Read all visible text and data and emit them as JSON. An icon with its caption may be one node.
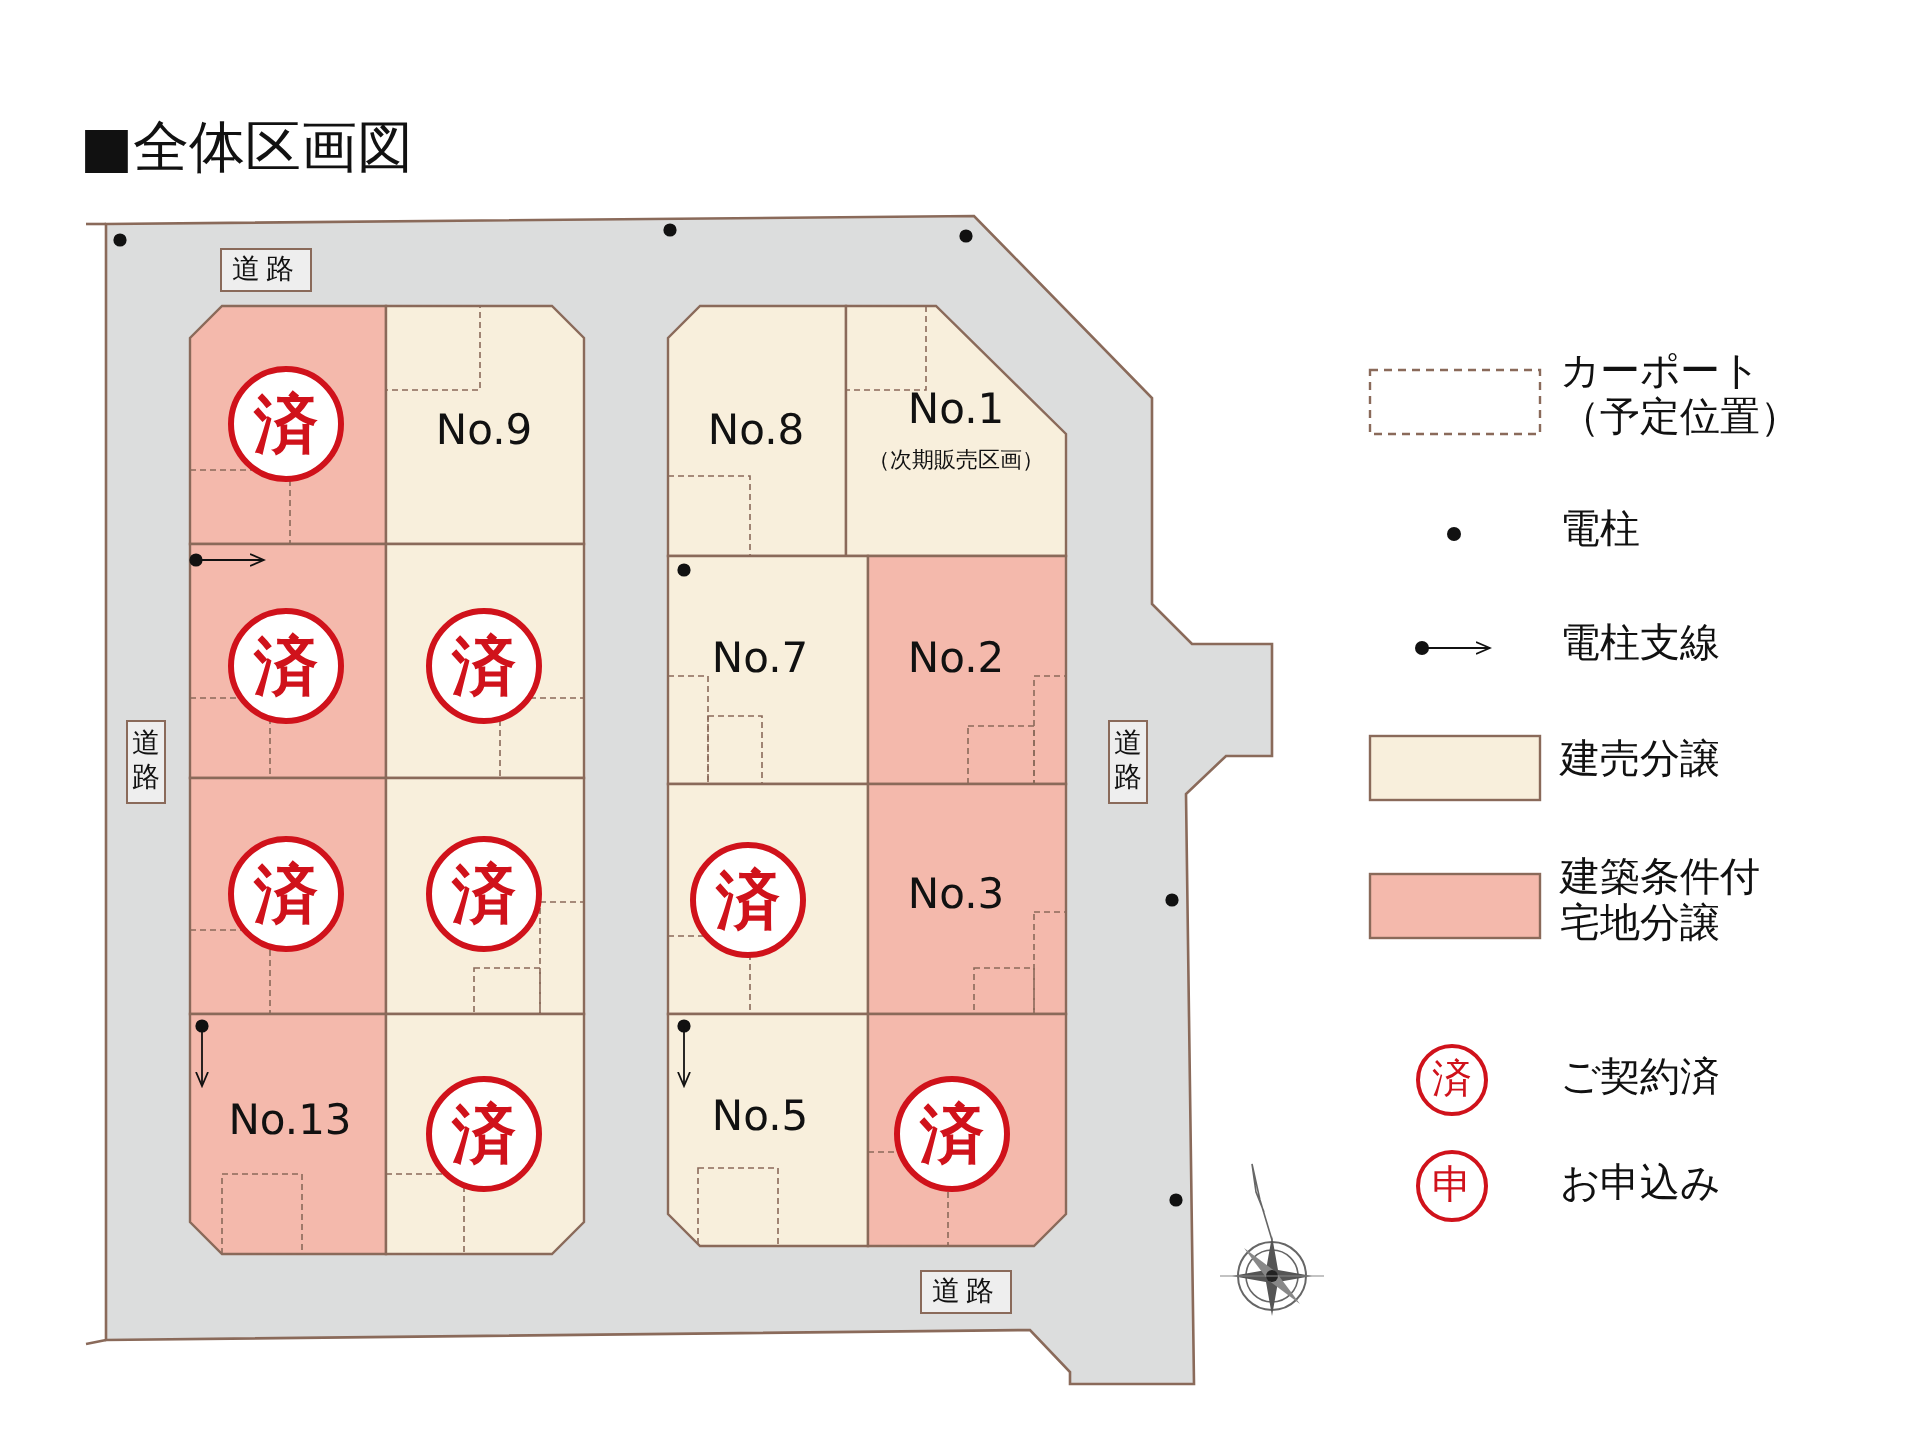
{
  "diagram": {
    "title": "■全体区画図",
    "nodes": [
      {
        "text": [
          "済"
        ]
      },
      {
        "text": [
          "No.9"
        ]
      },
      {
        "text": [
          "No.8"
        ]
      },
      {
        "text": [
          "No.1",
          "（次期販売区画）"
        ]
      },
      {
        "text": [
          "済"
        ]
      },
      {
        "text": [
          "済"
        ]
      },
      {
        "text": [
          "No.7"
        ]
      },
      {
        "text": [
          "No.2"
        ]
      },
      {
        "text": [
          "済"
        ]
      },
      {
        "text": [
          "済"
        ]
      },
      {
        "text": [
          "済"
        ]
      },
      {
        "text": [
          "No.3"
        ]
      },
      {
        "text": [
          "No.13"
        ]
      },
      {
        "text": [
          "済"
        ]
      },
      {
        "text": [
          "No.5"
        ]
      },
      {
        "text": [
          "済"
        ]
      }
    ],
    "labels": [
      "道路",
      "道路",
      "道路",
      "道路",
      "済",
      "申"
    ],
    "legend": [
      {
        "text": "カーポート（予定位置）"
      },
      {
        "text": "電柱"
      },
      {
        "text": "電柱支線"
      },
      {
        "text": "建売分譲",
        "color": "#f8efdc"
      },
      {
        "text": "建築条件付宅地分譲",
        "color": "#f4b9ac"
      },
      {
        "text": "ご契約済"
      },
      {
        "text": "お申込み"
      }
    ]
  }
}
